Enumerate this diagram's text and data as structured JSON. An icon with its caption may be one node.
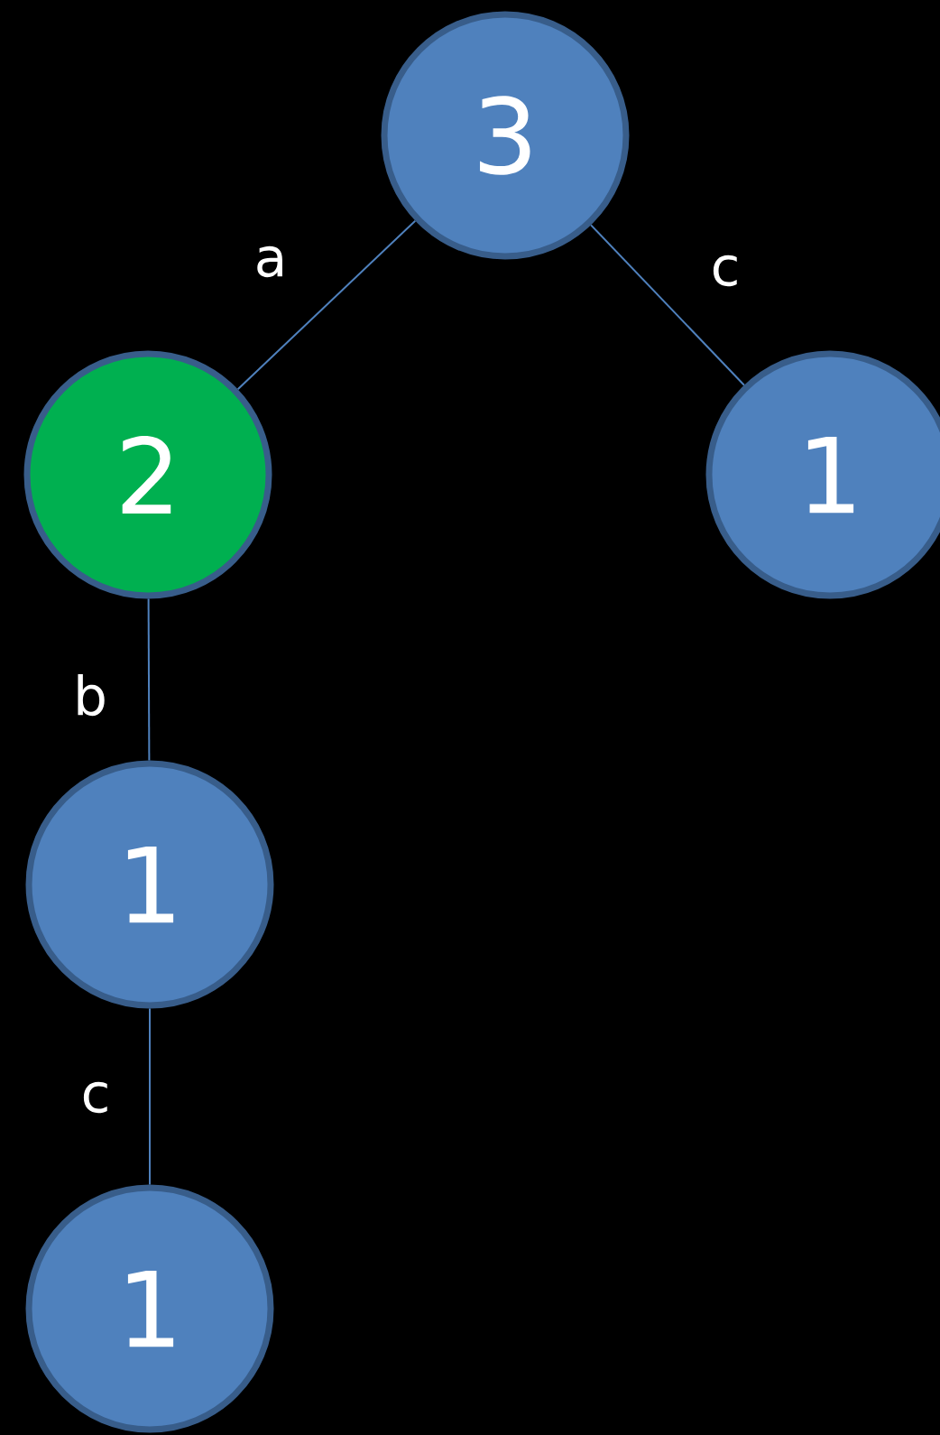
{
  "diagram": {
    "nodes": [
      {
        "text": [
          "3"
        ]
      },
      {
        "text": [
          "2"
        ]
      },
      {
        "text": [
          "1"
        ]
      },
      {
        "text": [
          "1"
        ]
      },
      {
        "text": [
          "1"
        ]
      }
    ],
    "edges": [
      {
        "from": 0,
        "to": 1,
        "arrow": "none",
        "label": "a"
      },
      {
        "from": 0,
        "to": 2,
        "arrow": "none",
        "label": "c"
      },
      {
        "from": 1,
        "to": 3,
        "arrow": "none",
        "label": "b"
      },
      {
        "from": 3,
        "to": 4,
        "arrow": "none",
        "label": "c"
      }
    ]
  }
}
